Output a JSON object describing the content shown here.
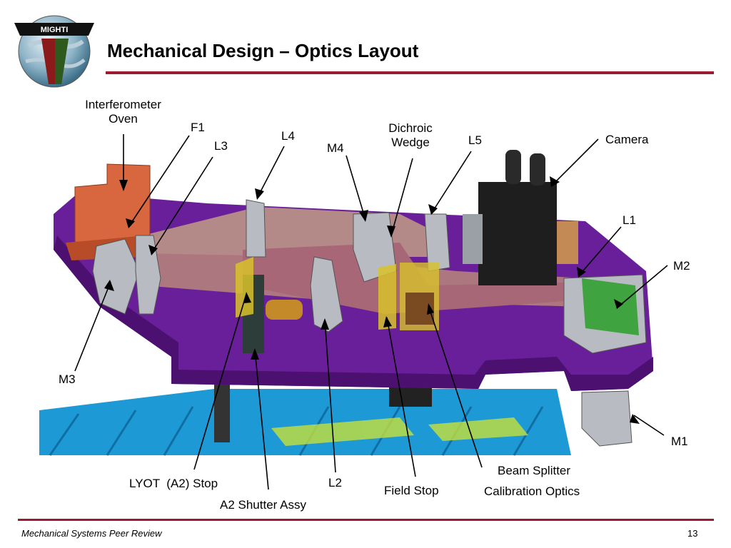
{
  "logo_text": "MIGHTI",
  "title": "Mechanical Design – Optics Layout",
  "footer": "Mechanical Systems Peer Review",
  "page_number": "13",
  "labels": {
    "interferometer_oven": [
      "Interferometer",
      "Oven"
    ],
    "f1": "F1",
    "l3": "L3",
    "l4": "L4",
    "m4": "M4",
    "dichroic_wedge": [
      "Dichroic",
      "Wedge"
    ],
    "l5": "L5",
    "camera": "Camera",
    "l1": "L1",
    "m2": "M2",
    "m3": "M3",
    "m1": "M1",
    "beam_splitter": "Beam Splitter",
    "calibration_optics": "Calibration Optics",
    "lyot_stop": "LYOT  (A2) Stop",
    "l2": "L2",
    "field_stop": "Field Stop",
    "a2_shutter": "A2 Shutter Assy"
  },
  "colors": {
    "accent_rule": "#9b1b30",
    "bench": "#6a1f9a",
    "support": "#1d9ad6"
  }
}
